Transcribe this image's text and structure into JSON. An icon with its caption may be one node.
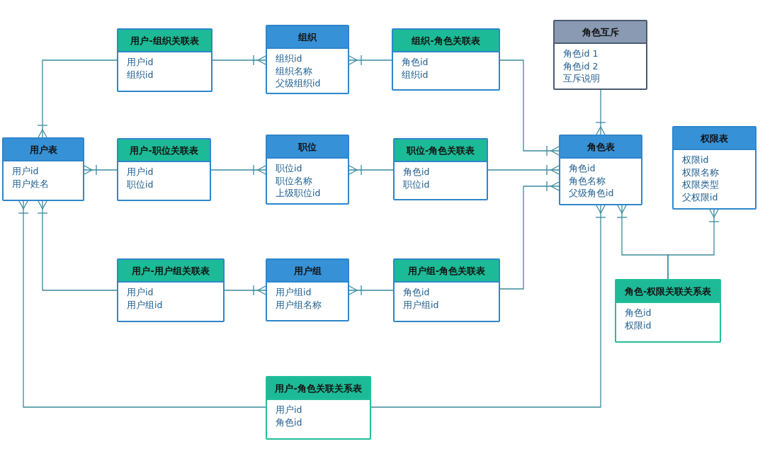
{
  "diagram": {
    "nodes": [
      {
        "text": [
          "用户-组织关联表",
          "用户id",
          "组织id"
        ]
      },
      {
        "text": [
          "组织",
          "组织id",
          "组织名称",
          "父级组织id"
        ]
      },
      {
        "text": [
          "组织-角色关联表",
          "角色id",
          "组织id"
        ]
      },
      {
        "text": [
          "角色互斥",
          "角色id 1",
          "角色id 2",
          "互斥说明"
        ]
      },
      {
        "text": [
          "用户表",
          "用户id",
          "用户姓名"
        ]
      },
      {
        "text": [
          "用户-职位关联表",
          "用户id",
          "职位id"
        ]
      },
      {
        "text": [
          "职位",
          "职位id",
          "职位名称",
          "上级职位id"
        ]
      },
      {
        "text": [
          "职位-角色关联表",
          "角色id",
          "职位id"
        ]
      },
      {
        "text": [
          "角色表",
          "角色id",
          "角色名称",
          "父级角色id"
        ]
      },
      {
        "text": [
          "权限表",
          "权限id",
          "权限名称",
          "权限类型",
          "父权限id"
        ]
      },
      {
        "text": [
          "用户-用户组关联表",
          "用户id",
          "用户组id"
        ]
      },
      {
        "text": [
          "用户组",
          "用户组id",
          "用户组名称"
        ]
      },
      {
        "text": [
          "用户组-角色关联表",
          "角色id",
          "用户组id"
        ]
      },
      {
        "text": [
          "角色-权限关联关系表",
          "角色id",
          "权限id"
        ]
      },
      {
        "text": [
          "用户-角色关联关系表",
          "用户id",
          "角色id"
        ]
      }
    ],
    "edges": [
      {
        "from": 0,
        "to": 4,
        "arrow": "other"
      },
      {
        "from": 0,
        "to": 1,
        "arrow": "other"
      },
      {
        "from": 2,
        "to": 1,
        "arrow": "other"
      },
      {
        "from": 2,
        "to": 8,
        "arrow": "other"
      },
      {
        "from": 3,
        "to": 8,
        "arrow": "other"
      },
      {
        "from": 5,
        "to": 4,
        "arrow": "other"
      },
      {
        "from": 5,
        "to": 6,
        "arrow": "other"
      },
      {
        "from": 7,
        "to": 6,
        "arrow": "other"
      },
      {
        "from": 7,
        "to": 8,
        "arrow": "other"
      },
      {
        "from": 10,
        "to": 4,
        "arrow": "other"
      },
      {
        "from": 10,
        "to": 11,
        "arrow": "other"
      },
      {
        "from": 12,
        "to": 11,
        "arrow": "other"
      },
      {
        "from": 12,
        "to": 8,
        "arrow": "other"
      },
      {
        "from": 14,
        "to": 4,
        "arrow": "other"
      },
      {
        "from": 14,
        "to": 8,
        "arrow": "other"
      },
      {
        "from": 13,
        "to": 8,
        "arrow": "other"
      },
      {
        "from": 13,
        "to": 9,
        "arrow": "other"
      }
    ]
  }
}
